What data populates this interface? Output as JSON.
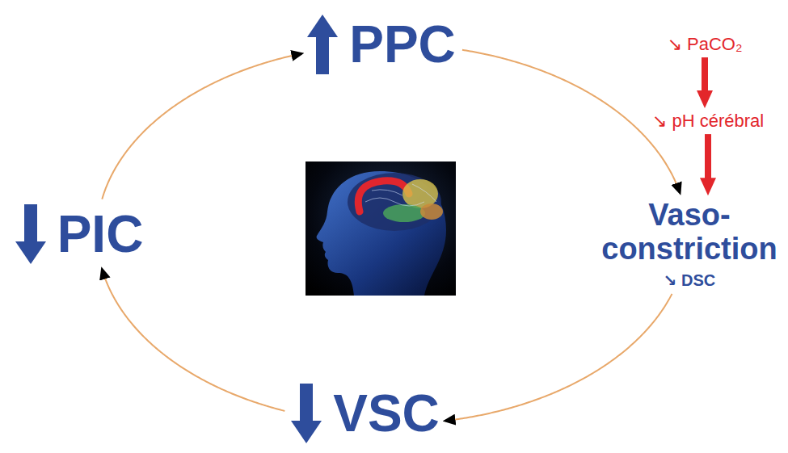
{
  "diagram": {
    "nodes": [
      {
        "text": [
          "PPC"
        ]
      },
      {
        "text": [
          "↘ PaCO₂"
        ]
      },
      {
        "text": [
          "↘ pH cérébral"
        ]
      },
      {
        "text": [
          "Vaso- constriction",
          "↘ DSC"
        ]
      },
      {
        "text": [
          "VSC"
        ]
      },
      {
        "text": [
          "PIC"
        ]
      }
    ],
    "edges": [
      {
        "from": 0,
        "to": 3,
        "arrow": "to"
      },
      {
        "from": 3,
        "to": 4,
        "arrow": "to"
      },
      {
        "from": 4,
        "to": 5,
        "arrow": "to"
      },
      {
        "from": 5,
        "to": 0,
        "arrow": "to"
      },
      {
        "from": 1,
        "to": 2,
        "arrow": "to"
      },
      {
        "from": 2,
        "to": 3,
        "arrow": "to"
      }
    ]
  }
}
